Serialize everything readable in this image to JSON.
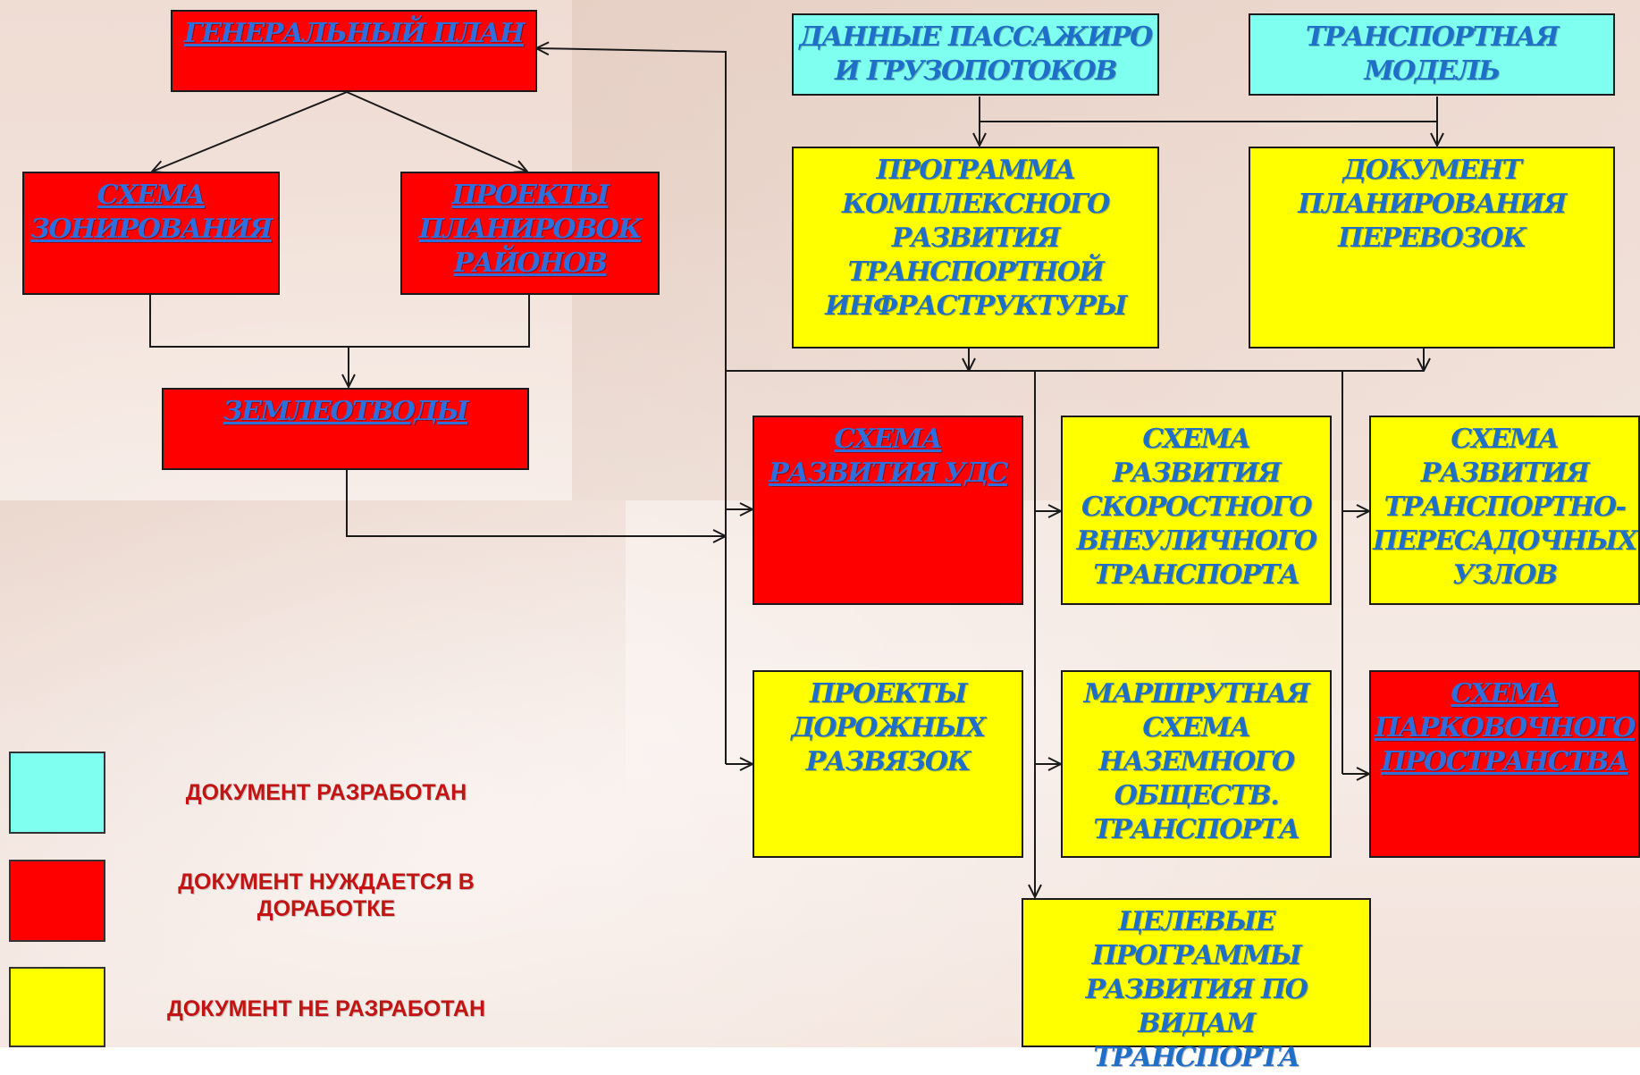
{
  "colors": {
    "developed": "#7ffff0",
    "needs_revision": "#ff0000",
    "not_developed": "#ffff00",
    "box_text": "#1f6fc9",
    "legend_text": "#c31414",
    "connector": "#1a1a1a"
  },
  "nodes": {
    "general_plan": {
      "label": "ГЕНЕРАЛЬНЫЙ ПЛАН",
      "status": "needs_revision"
    },
    "zoning_scheme": {
      "label": "СХЕМА\nЗОНИРОВАНИЯ",
      "status": "needs_revision"
    },
    "district_planning": {
      "label": "ПРОЕКТЫ\nПЛАНИРОВОК\nРАЙОНОВ",
      "status": "needs_revision"
    },
    "land_allotment": {
      "label": "ЗЕМЛЕОТВОДЫ",
      "status": "needs_revision"
    },
    "flow_data": {
      "label": "ДАННЫЕ ПАССАЖИРО\nИ ГРУЗОПОТОКОВ",
      "status": "developed"
    },
    "transport_model": {
      "label": "ТРАНСПОРТНАЯ\nМОДЕЛЬ",
      "status": "developed"
    },
    "infra_program": {
      "label": "ПРОГРАММА\nКОМПЛЕКСНОГО\nРАЗВИТИЯ\nТРАНСПОРТНОЙ\nИНФРАСТРУКТУРЫ",
      "status": "not_developed"
    },
    "transport_planning_doc": {
      "label": "ДОКУМЕНТ\nПЛАНИРОВАНИЯ\nПЕРЕВОЗОК",
      "status": "not_developed"
    },
    "uds_scheme": {
      "label": "СХЕМА\nРАЗВИТИЯ УДС",
      "status": "needs_revision"
    },
    "rapid_transit_scheme": {
      "label": "СХЕМА\nРАЗВИТИЯ\nСКОРОСТНОГО\nВНЕУЛИЧНОГО\nТРАНСПОРТА",
      "status": "not_developed"
    },
    "interchange_hubs_scheme": {
      "label": "СХЕМА\nРАЗВИТИЯ\nТРАНСПОРТНО-\nПЕРЕСАДОЧНЫХ\nУЗЛОВ",
      "status": "not_developed"
    },
    "road_junction_projects": {
      "label": "ПРОЕКТЫ\nДОРОЖНЫХ\nРАЗВЯЗОК",
      "status": "not_developed"
    },
    "public_transport_routes": {
      "label": "МАРШРУТНАЯ\nСХЕМА\nНАЗЕМНОГО\nОБЩЕСТВ.\nТРАНСПОРТА",
      "status": "not_developed"
    },
    "parking_scheme": {
      "label": "СХЕМА\nПАРКОВОЧНОГО\nПРОСТРАНСТВА",
      "status": "needs_revision"
    },
    "target_programs": {
      "label": "ЦЕЛЕВЫЕ\nПРОГРАММЫ\nРАЗВИТИЯ ПО ВИДАМ\nТРАНСПОРТА",
      "status": "not_developed"
    }
  },
  "legend": [
    {
      "status": "developed",
      "label": "ДОКУМЕНТ РАЗРАБОТАН"
    },
    {
      "status": "needs_revision",
      "label": "ДОКУМЕНТ НУЖДАЕТСЯ В\nДОРАБОТКЕ"
    },
    {
      "status": "not_developed",
      "label": "ДОКУМЕНТ НЕ РАЗРАБОТАН"
    }
  ]
}
